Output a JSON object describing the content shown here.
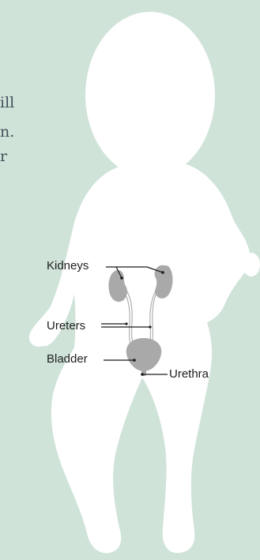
{
  "background_text": {
    "line1": "ill",
    "line2": "n.",
    "line3": "r"
  },
  "labels": {
    "kidneys": "Kidneys",
    "ureters": "Ureters",
    "bladder": "Bladder",
    "urethra": "Urethra"
  },
  "colors": {
    "background": "#cfe3d9",
    "silhouette": "#ffffff",
    "organs": "#a9a9a9",
    "leader_lines": "#1a1a1a",
    "background_text": "#44505a"
  }
}
